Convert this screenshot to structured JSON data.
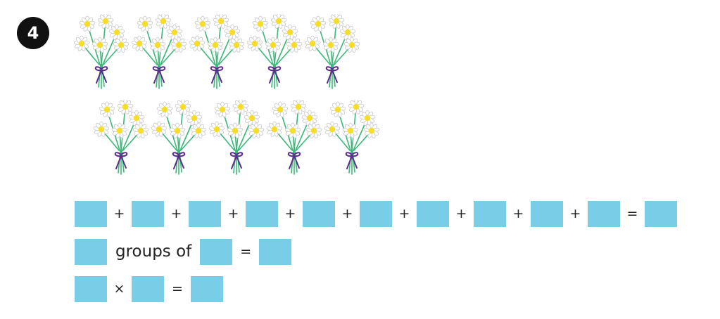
{
  "question": {
    "number": "4"
  },
  "bouquets": {
    "rows": [
      5,
      5
    ],
    "colors": {
      "petal": "#ffffff",
      "petal_outline": "#c9c9c9",
      "center": "#f5dd2a",
      "stem": "#3cb878",
      "ribbon": "#5b2d8c"
    }
  },
  "equations": {
    "addition": {
      "plus": "+",
      "equals": "="
    },
    "groups": {
      "text": "groups of",
      "equals": "="
    },
    "multiplication": {
      "times": "×",
      "equals": "="
    },
    "box_color": "#79cde6"
  }
}
